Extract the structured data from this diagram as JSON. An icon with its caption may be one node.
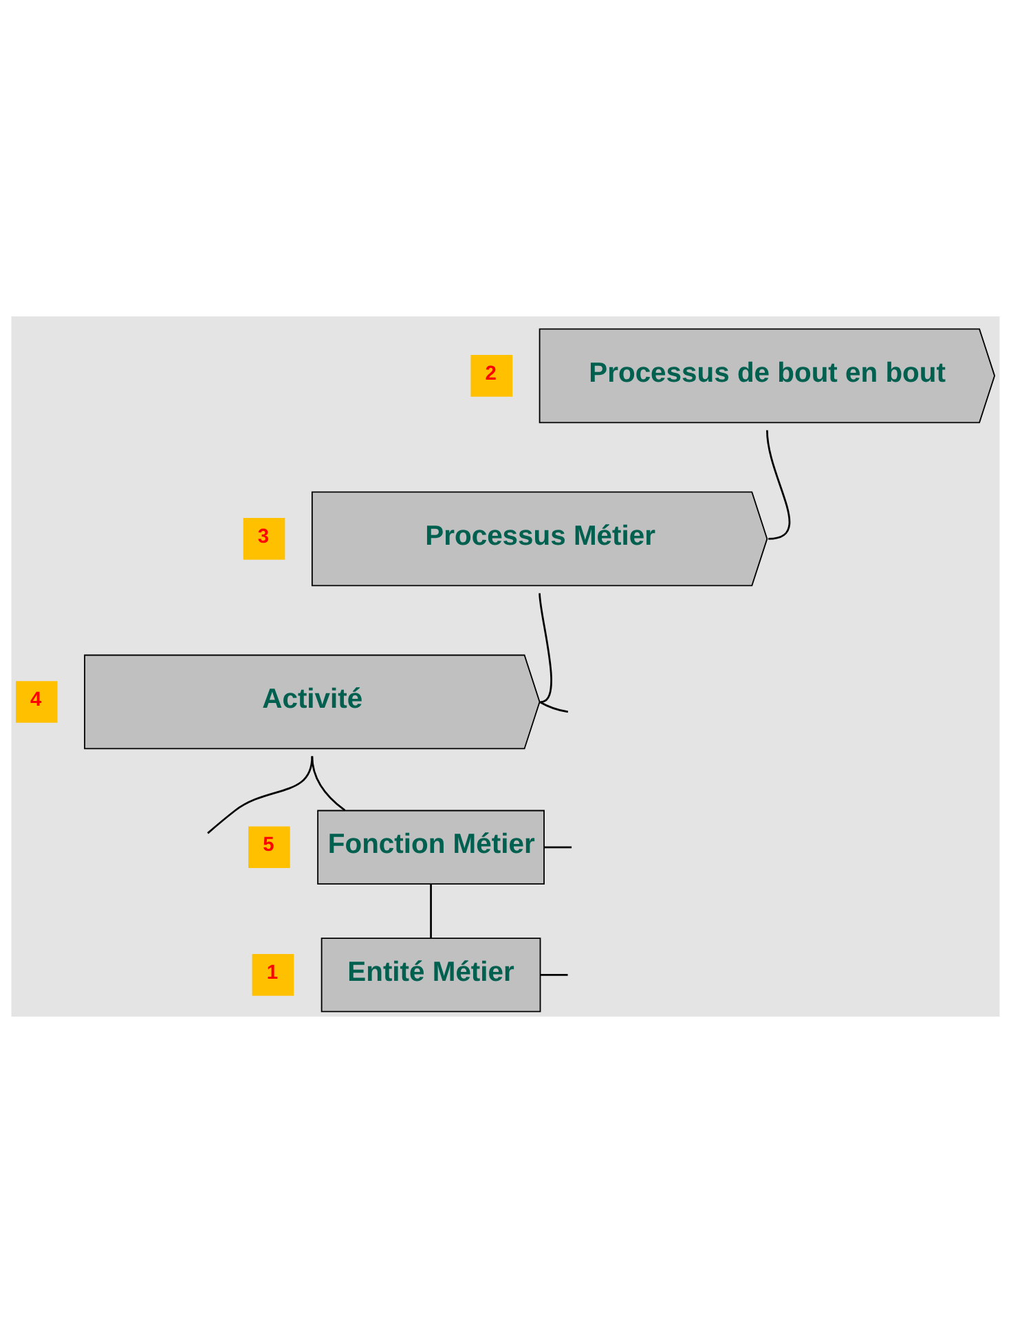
{
  "diagram": {
    "nodes": [
      {
        "text": [
          "Processus de bout en bout"
        ]
      },
      {
        "text": [
          "2"
        ]
      },
      {
        "text": [
          "Processus Métier"
        ]
      },
      {
        "text": [
          "3"
        ]
      },
      {
        "text": [
          "Activité"
        ]
      },
      {
        "text": [
          "4"
        ]
      },
      {
        "text": [
          "Fonction Métier"
        ]
      },
      {
        "text": [
          "5"
        ]
      },
      {
        "text": [
          "Entité Métier"
        ]
      },
      {
        "text": [
          "1"
        ]
      }
    ],
    "edges": [
      {
        "from": 0,
        "to": 2,
        "arrow": "none"
      },
      {
        "from": 2,
        "to": 4,
        "arrow": "none"
      },
      {
        "from": 4,
        "to": null,
        "arrow": "none"
      },
      {
        "from": 4,
        "to": null,
        "arrow": "none"
      },
      {
        "from": 4,
        "to": 6,
        "arrow": "none"
      },
      {
        "from": 6,
        "to": null,
        "arrow": "none"
      },
      {
        "from": 6,
        "to": 8,
        "arrow": "none"
      },
      {
        "from": 8,
        "to": null,
        "arrow": "none"
      }
    ]
  }
}
